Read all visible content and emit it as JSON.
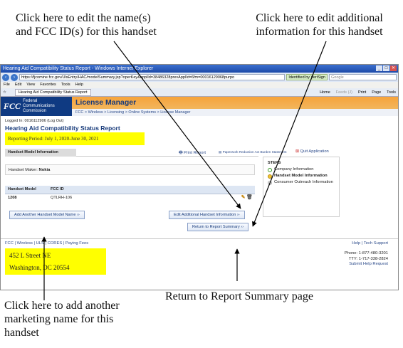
{
  "callouts": {
    "edit_name": "Click here to edit the name(s)\nand FCC ID(s) for this handset",
    "edit_info": "Click here to edit additional\ninformation for this handset",
    "add_name": "Click here to add another\nmarketing name for this\nhandset",
    "return_summary": "Return to Report Summary page"
  },
  "browser": {
    "window_title": "Hearing Aid Compatibility Status Report - Windows Internet Explorer",
    "url": "https://fjcomine.fcc.gov/UlsEntry/HAC/modelSummary.jsp?operKey&applId=38486328prevApplId=6fm=00016129068purpo",
    "identified": "Identified by VeriSign",
    "search_placeholder": "Google",
    "menu": [
      "File",
      "Edit",
      "View",
      "Favorites",
      "Tools",
      "Help"
    ],
    "tab": "Hearing Aid Compatibility Status Report",
    "commands": [
      "Home",
      "Feeds (J)",
      "Print",
      "Page",
      "Tools"
    ]
  },
  "header": {
    "seal": "FCC",
    "agency": "Federal\nCommunications\nCommission",
    "app_title": "License Manager",
    "breadcrumb": "FCC > Wireless > Licensing > Online Systems > License Manager"
  },
  "page": {
    "logged_in": "Logged In: 0016112906 (Log Out)",
    "title": "Hearing Aid Compatibility Status Report",
    "reporting_period": "Reporting Period:  July 1, 2020-June 30, 2021",
    "section_tab": "Handset Model Information",
    "print_report": "Print Report",
    "pra": "Paperwork Reduction Act Burden Statement",
    "quit": "Quit Application",
    "maker_label": "Handset Maker:",
    "maker_value": "Nokia",
    "table": {
      "headers": [
        "Handset Model",
        "FCC ID"
      ],
      "rows": [
        [
          "1208",
          "QTLRH-106"
        ]
      ]
    },
    "add_button": "Add Another Handset Model Name ››",
    "edit_button": "Edit Additional Handset Information ››",
    "return_button": "Return to Report Summary ››",
    "steps": {
      "title": "STEPS",
      "items": [
        "Company Information",
        "Handset Model Information",
        "Consumer Outreach Information"
      ]
    },
    "footer_links": "FCC | Wireless | ULS | CORES | Paying Fees",
    "help_links": "Help | Tech Support",
    "address": "452 L Street NE\nWashington, DC 20554",
    "phone": "Phone: 1-877-480-3201",
    "tty": "TTY: 1-717-338-2824",
    "submit_help": "Submit Help Request"
  }
}
